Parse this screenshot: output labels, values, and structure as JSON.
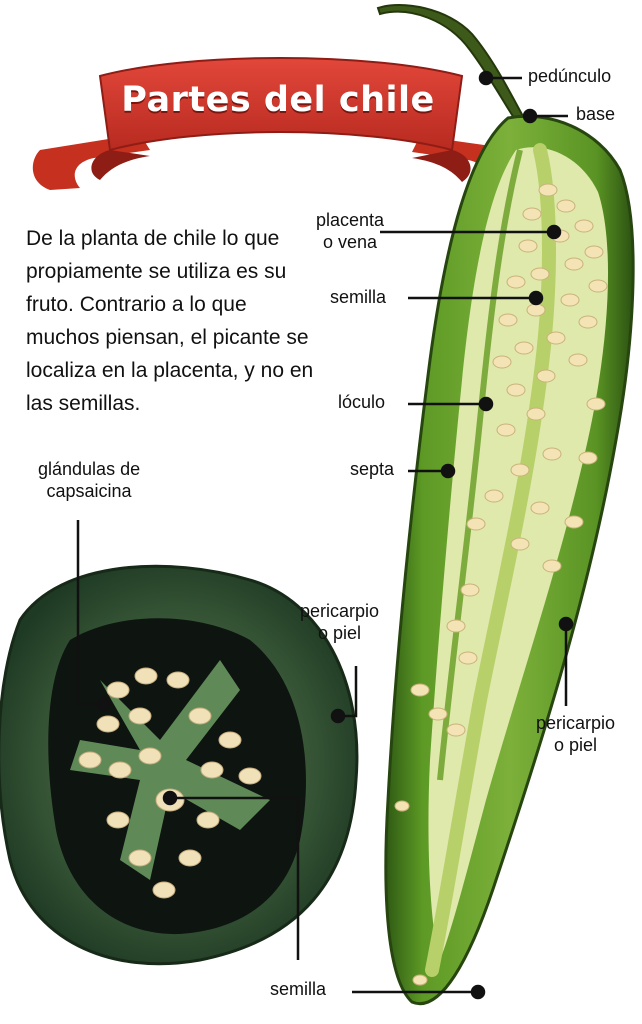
{
  "title": "Partes del chile",
  "intro": [
    "De la planta de chile lo que",
    "propiamente se utiliza es su",
    "fruto. Contrario a lo que",
    "muchos piensan, el picante se",
    "localiza en la placenta, y no en",
    "las semillas."
  ],
  "labels": {
    "peduncle": "pedúnculo",
    "base": "base",
    "placenta": [
      "placenta",
      "o vena"
    ],
    "seed_top": "semilla",
    "locule": "lóculo",
    "septa": "septa",
    "glands": [
      "glándulas de",
      "capsaicina"
    ],
    "pericarp_left": [
      "pericarpio",
      "o piel"
    ],
    "pericarp_right": [
      "pericarpio",
      "o piel"
    ],
    "seed_bottom": "semilla"
  },
  "colors": {
    "ribbon": "#d7372a",
    "ribbon_dark": "#8e1d16",
    "pepper_green": "#4f8a22",
    "pepper_dark": "#2c4f14",
    "flesh": "#dbe8a6",
    "seed": "#f3e2b2",
    "cross_green": "#3b5a3a"
  }
}
